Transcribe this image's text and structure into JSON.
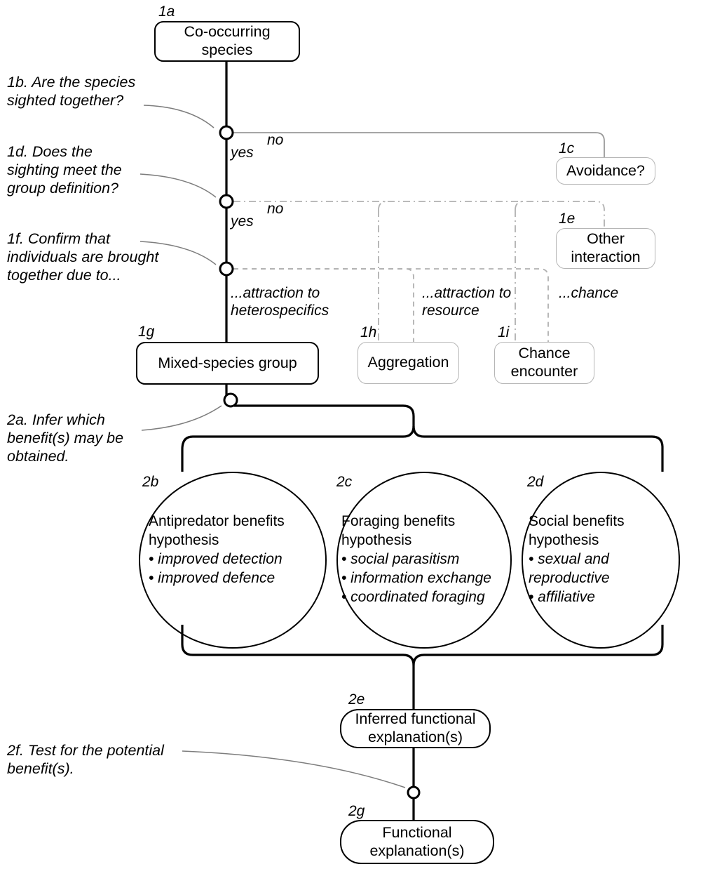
{
  "diagram": {
    "title": "Mixed-species group inference flowchart",
    "colors": {
      "ink": "#000000",
      "faint": "#b6b6b6",
      "leader": "#8a8a8a",
      "background": "#ffffff"
    },
    "steps": [
      {
        "id": "1b",
        "text": "1b. Are the species\nsighted together?"
      },
      {
        "id": "1d",
        "text": "1d. Does the\nsighting meet the\ngroup definition?"
      },
      {
        "id": "1f",
        "text": "1f. Confirm that\nindividuals are brought\ntogether due to..."
      },
      {
        "id": "2a",
        "text": "2a. Infer which\nbenefit(s) may be\nobtained."
      },
      {
        "id": "2f",
        "text": "2f. Test for the potential\nbenefit(s)."
      }
    ],
    "nodes": [
      {
        "tag": "1a",
        "label": "Co-occurring\nspecies",
        "style": "solid"
      },
      {
        "tag": "1c",
        "label": "Avoidance?",
        "style": "faint"
      },
      {
        "tag": "1e",
        "label": "Other\ninteraction",
        "style": "faint"
      },
      {
        "tag": "1g",
        "label": "Mixed-species group",
        "style": "solid"
      },
      {
        "tag": "1h",
        "label": "Aggregation",
        "style": "faint"
      },
      {
        "tag": "1i",
        "label": "Chance\nencounter",
        "style": "faint"
      },
      {
        "tag": "2e",
        "label": "Inferred functional\nexplanation(s)",
        "style": "solid"
      },
      {
        "tag": "2g",
        "label": "Functional\nexplanation(s)",
        "style": "solid"
      }
    ],
    "edge_labels": [
      {
        "id": "yes-1",
        "text": "yes"
      },
      {
        "id": "no-1",
        "text": "no"
      },
      {
        "id": "yes-2",
        "text": "yes"
      },
      {
        "id": "no-2",
        "text": "no"
      },
      {
        "id": "attraction-heterospecifics",
        "text": "...attraction to\nheterospecifics"
      },
      {
        "id": "attraction-resource",
        "text": "...attraction to\nresource"
      },
      {
        "id": "chance",
        "text": "...chance"
      }
    ],
    "hypotheses": [
      {
        "tag": "2b",
        "heading": "Antipredator benefits\nhypothesis",
        "items": [
          "improved detection",
          "improved defence"
        ]
      },
      {
        "tag": "2c",
        "heading": "Foraging benefits\nhypothesis",
        "items": [
          "social parasitism",
          "information exchange",
          "coordinated foraging"
        ]
      },
      {
        "tag": "2d",
        "heading": "Social benefits\nhypothesis",
        "items": [
          "sexual and\nreproductive",
          "affiliative"
        ]
      }
    ]
  }
}
